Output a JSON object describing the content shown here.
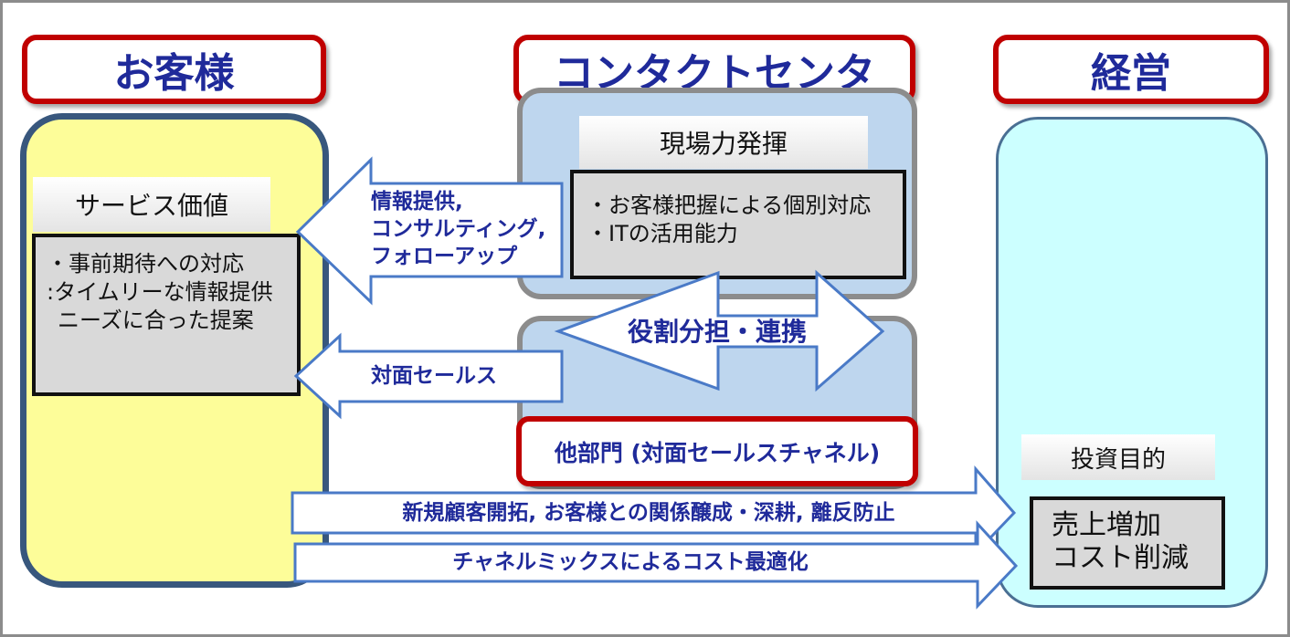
{
  "headers": {
    "customer": "お客様",
    "contact_center": "コンタクトセンタ",
    "management": "経営"
  },
  "customer": {
    "label": "サービス価値",
    "items": [
      "・事前期待への対応",
      ":タイムリーな情報提供",
      "ニーズに合った提案"
    ]
  },
  "contact_center": {
    "label": "現場力発揮",
    "items": [
      "・お客様把握による個別対応",
      "・ITの活用能力"
    ]
  },
  "arrows": {
    "info": [
      "情報提供,",
      "コンサルティング,",
      "フォローアップ"
    ],
    "face_sales": "対面セールス",
    "role": "役割分担・連携",
    "new_customer": "新規顧客開拓, お客様との関係醸成・深耕, 離反防止",
    "channel_mix": "チャネルミックスによるコスト最適化"
  },
  "other_dept": "他部門 (対面セールスチャネル)",
  "management": {
    "label": "投資目的",
    "items": [
      "売上増加",
      "コスト削減"
    ]
  },
  "colors": {
    "header_border": "#c00000",
    "text_blue": "#1f2a9a",
    "customer_fill": "#fdfd99",
    "management_fill": "#ccffff",
    "panel_blue": "#bed6ee",
    "arrow_border": "#4a7ac7"
  }
}
